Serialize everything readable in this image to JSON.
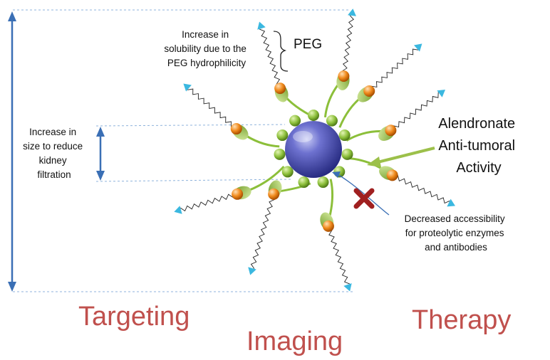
{
  "labels": {
    "solubility": [
      "Increase in",
      "solubility due to the",
      "PEG hydrophilicity"
    ],
    "peg": "PEG",
    "size": [
      "Increase in",
      "size to reduce",
      "kidney",
      "filtration"
    ],
    "alendronate": [
      "Alendronate",
      "Anti-tumoral",
      "Activity"
    ],
    "accessibility": [
      "Decreased accessibility",
      "for proteolytic enzymes",
      "and antibodies"
    ],
    "targeting": "Targeting",
    "imaging": "Imaging",
    "therapy": "Therapy"
  },
  "colors": {
    "core": "#4a4fb0",
    "bead": "#8cbf3a",
    "tip": "#3bb8e0",
    "drug": "#f08a1c",
    "headline": "#c0504d",
    "arrow": "#3a6fb5",
    "cross": "#a02020",
    "pointer": "#9cc04a"
  }
}
